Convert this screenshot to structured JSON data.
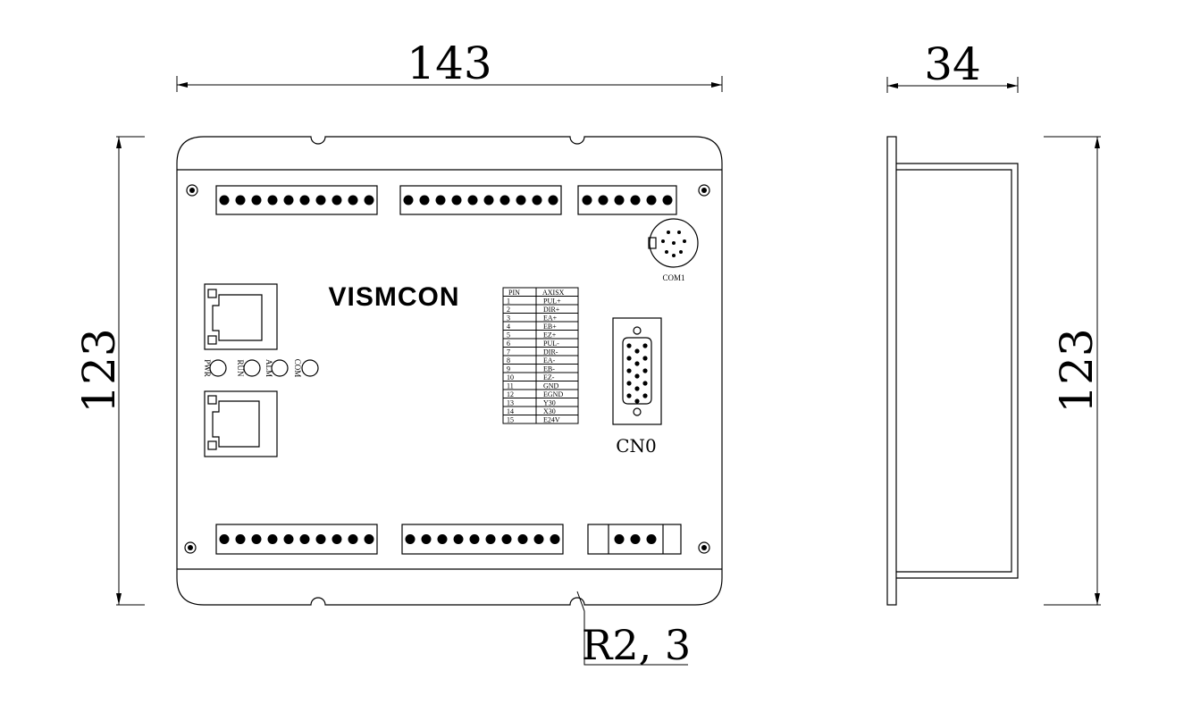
{
  "dimensions": {
    "width": "143",
    "height_front": "123",
    "depth": "34",
    "height_side": "123",
    "radius": "R2, 3"
  },
  "brand": "VISMCON",
  "labels": {
    "com1": "COM1",
    "cn0": "CN0"
  },
  "leds": [
    "PWR",
    "RUN",
    "ALM",
    "COM"
  ],
  "pin_table": {
    "headers": [
      "PIN",
      "AXISX"
    ],
    "rows": [
      [
        "1",
        "PUL+"
      ],
      [
        "2",
        "DIR+"
      ],
      [
        "3",
        "EA+"
      ],
      [
        "4",
        "EB+"
      ],
      [
        "5",
        "EZ+"
      ],
      [
        "6",
        "PUL-"
      ],
      [
        "7",
        "DIR-"
      ],
      [
        "8",
        "EA-"
      ],
      [
        "9",
        "EB-"
      ],
      [
        "10",
        "EZ-"
      ],
      [
        "11",
        "GND"
      ],
      [
        "12",
        "EGND"
      ],
      [
        "13",
        "Y30"
      ],
      [
        "14",
        "X30"
      ],
      [
        "15",
        "E24V"
      ]
    ]
  },
  "terminal_blocks": {
    "top_left_pins": 10,
    "top_middle_pins": 10,
    "top_right_pins": 6,
    "bottom_left_pins": 10,
    "bottom_middle_pins": 10,
    "bottom_right_pins": 3
  }
}
